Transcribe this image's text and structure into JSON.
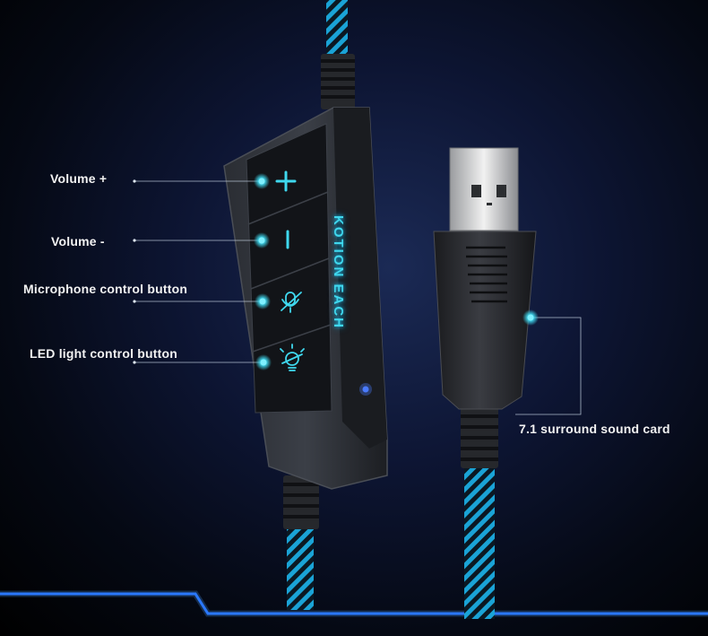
{
  "labels": {
    "volume_up": "Volume +",
    "volume_down": "Volume -",
    "mic_button": "Microphone control button",
    "led_button": "LED light control button",
    "sound_card": "7.1 surround sound card"
  },
  "brand_text": "KOTION EACH",
  "icons": {
    "volume_up": "plus-icon",
    "volume_down": "minus-icon",
    "mic": "mic-mute-icon",
    "led": "led-bulb-icon"
  },
  "colors": {
    "accent": "#3fd8ee",
    "frame": "#1f6bff",
    "background": "#050914",
    "cable_blue": "#1aa3d6"
  }
}
